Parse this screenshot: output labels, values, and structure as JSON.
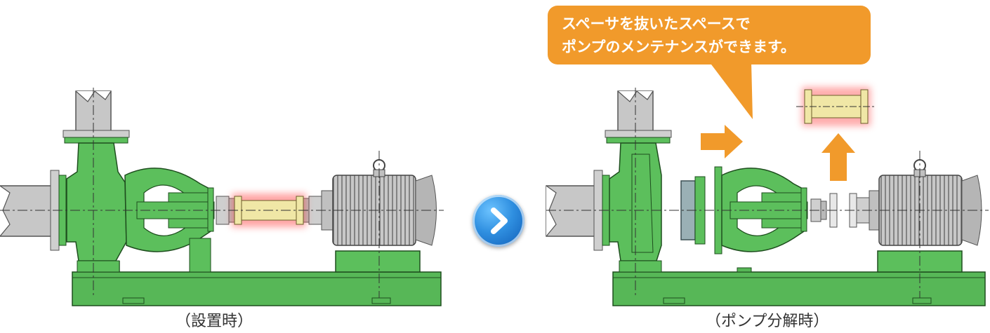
{
  "callout": {
    "line1": "スペーサを抜いたスペースで",
    "line2": "ポンプのメンテナンスができます。"
  },
  "captions": {
    "installed": "（設置時）",
    "disassembled": "（ポンプ分解時）"
  },
  "icons": {
    "next": "chevron-right-icon",
    "arrow_right": "arrow-right-icon",
    "arrow_up": "arrow-up-icon"
  },
  "colors": {
    "pump_green": "#5cbf5c",
    "baseplate_green": "#57b757",
    "spacer_yellow": "#f0e7a6",
    "callout_orange": "#f19a2b",
    "button_blue": "#2f8fe0"
  }
}
